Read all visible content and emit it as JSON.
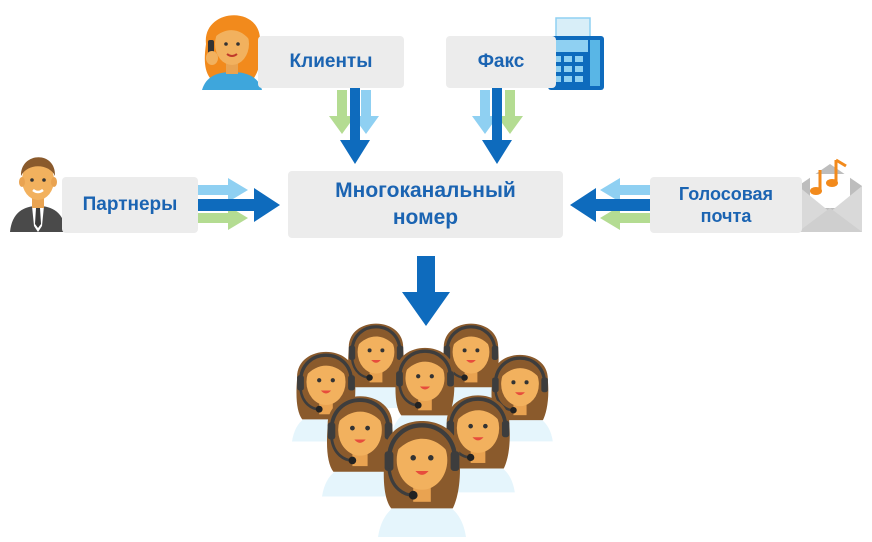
{
  "nodes": {
    "clients": "Клиенты",
    "fax": "Факс",
    "partners": "Партнеры",
    "voicemail_line1": "Голосовая",
    "voicemail_line2": "почта",
    "center_line1": "Многоканальный",
    "center_line2": "номер"
  },
  "colors": {
    "text_blue": "#1b64b2",
    "box_gray": "#ececec",
    "arrow_dark_blue": "#0e6bbd",
    "arrow_light_blue": "#8fd0f2",
    "arrow_light_green": "#b4dc92",
    "skin": "#f2b15e",
    "hair_brown": "#8a5a2c",
    "hair_orange": "#f28a1c",
    "headset_gray": "#555555",
    "shirt_light": "#e5f5fc"
  },
  "icons": {
    "clients": "woman-on-phone-icon",
    "fax": "fax-machine-icon",
    "partners": "businessman-icon",
    "voicemail": "envelope-music-note-icon",
    "operators": "call-center-operators-icon"
  }
}
